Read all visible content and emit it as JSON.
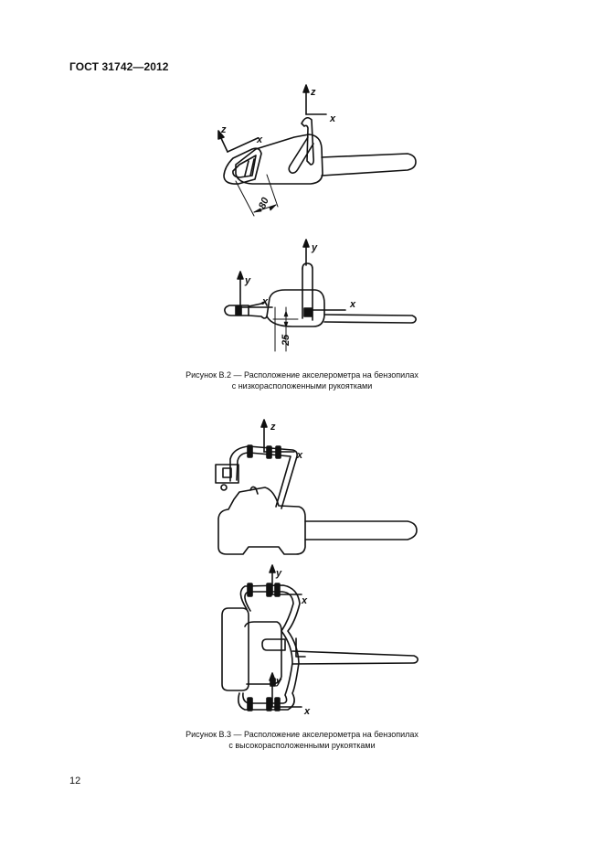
{
  "header": {
    "standard": "ГОСТ 31742—2012"
  },
  "figure_b2": {
    "top_view": {
      "axes": [
        "z",
        "x",
        "z",
        "x"
      ],
      "dimension": "80"
    },
    "side_view": {
      "axes": [
        "y",
        "y",
        "x",
        "x"
      ],
      "dimension": "25"
    },
    "caption_line1": "Рисунок  В.2 — Расположение акселерометра на бензопилах",
    "caption_line2": "с низкорасположенными рукоятками"
  },
  "figure_b3": {
    "top_view": {
      "axes": [
        "z",
        "x"
      ]
    },
    "side_view": {
      "axes": [
        "y",
        "x",
        "y",
        "x"
      ]
    },
    "caption_line1": "Рисунок  В.3 — Расположение акселерометра на бензопилах",
    "caption_line2": "с высокорасположенными рукоятками"
  },
  "page_number": "12"
}
